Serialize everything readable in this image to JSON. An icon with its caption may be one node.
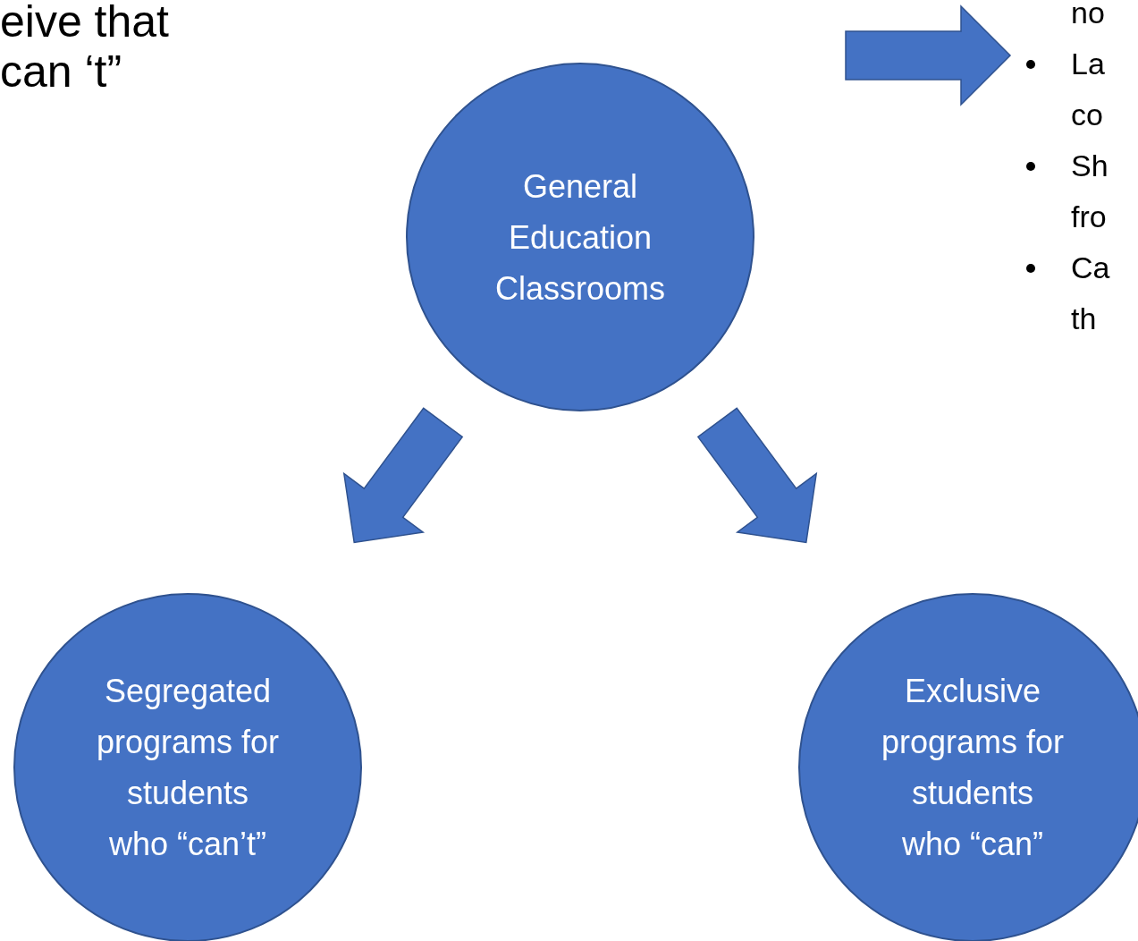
{
  "diagram": {
    "title": "eive that can ‘t”",
    "nodes": [
      {
        "text": [
          "General Education Classrooms"
        ]
      },
      {
        "text": [
          "Segregated programs for students who “can’t”"
        ]
      },
      {
        "text": [
          "Exclusive programs for students who “can”"
        ]
      },
      {
        "text": [
          "no",
          "La co",
          "Sh fro",
          "Ca th"
        ]
      }
    ],
    "edges": [
      {
        "from": null,
        "to": 3,
        "arrow": "to",
        "style": "thick"
      },
      {
        "from": 0,
        "to": 1,
        "arrow": "to",
        "style": "thick"
      },
      {
        "from": 0,
        "to": 2,
        "arrow": "to",
        "style": "thick"
      }
    ]
  }
}
